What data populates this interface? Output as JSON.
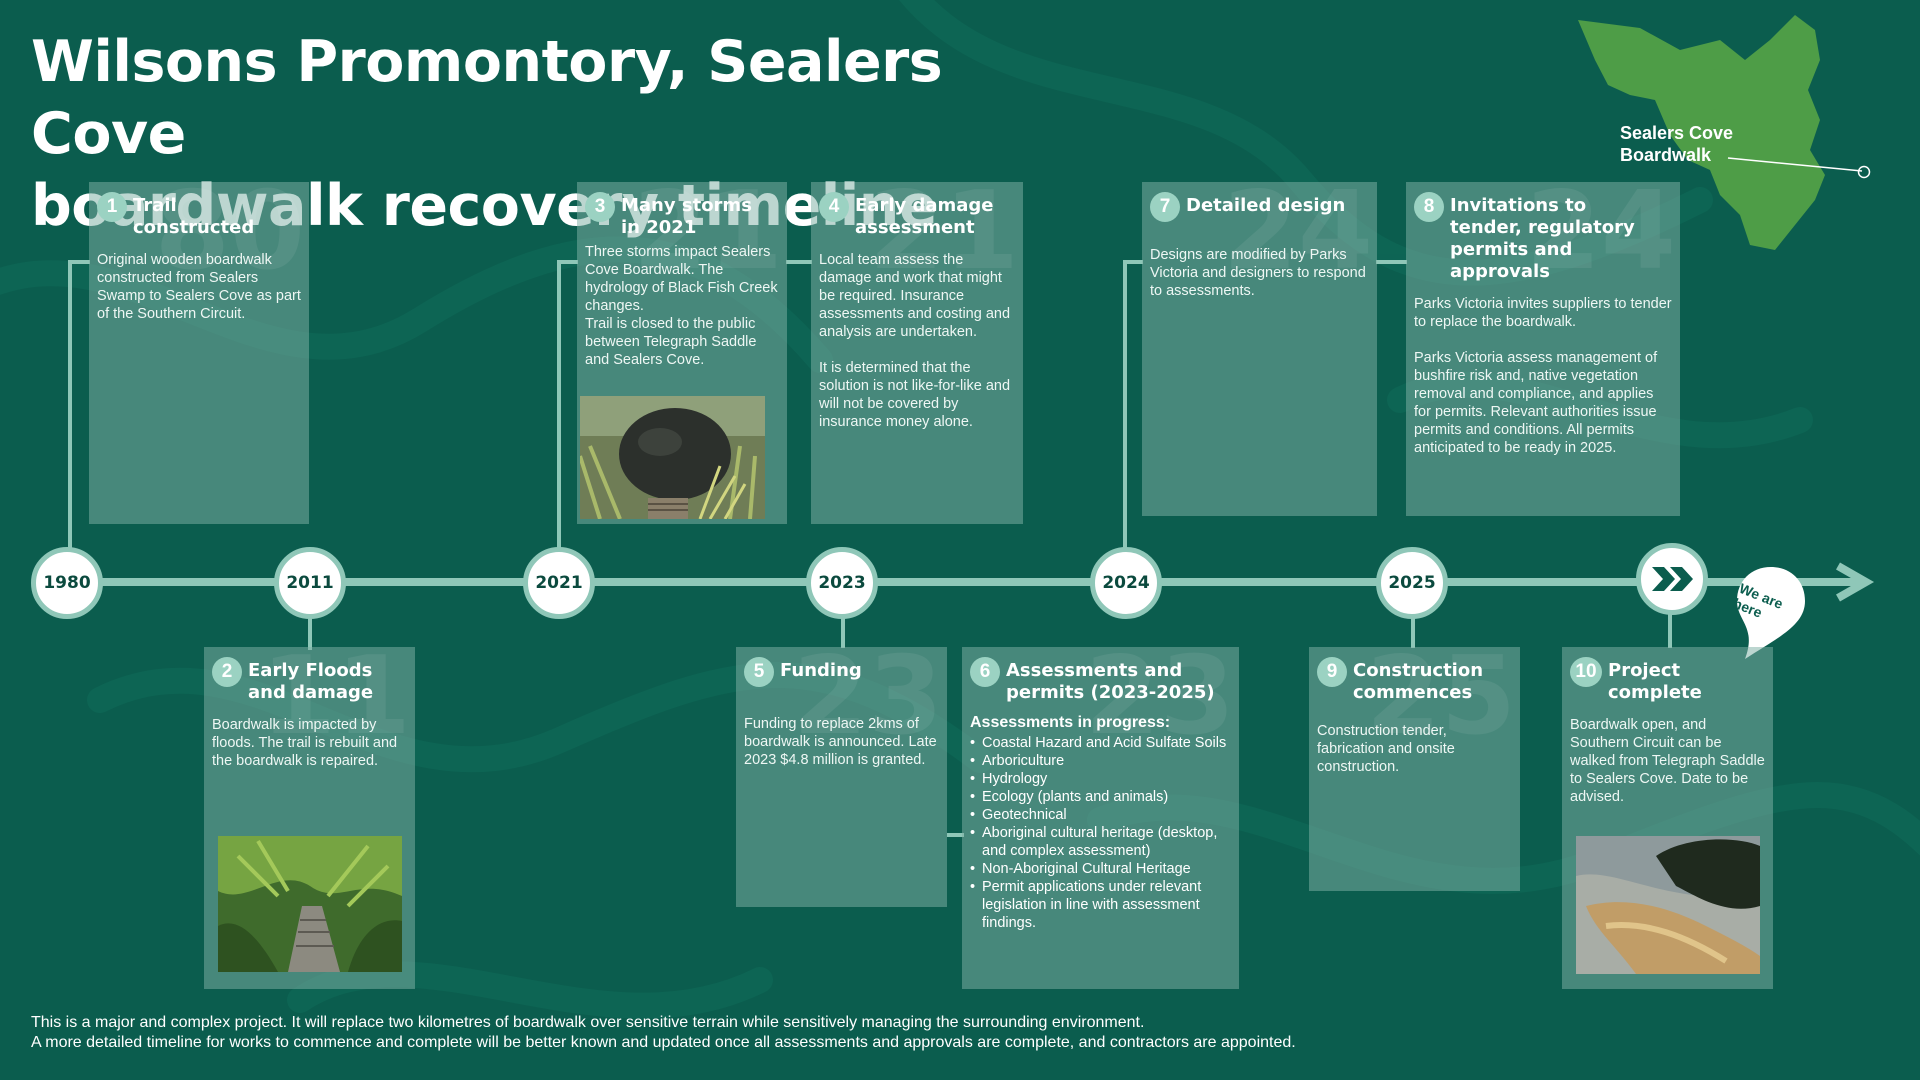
{
  "title": {
    "line1": "Wilsons Promontory, Sealers Cove",
    "line2": "boardwalk recovery timeline"
  },
  "map": {
    "label_line1": "Sealers Cove",
    "label_line2": "Boardwalk",
    "land_color": "#4e9d47"
  },
  "years": [
    "1980",
    "2011",
    "2021",
    "2023",
    "2024",
    "2025"
  ],
  "here": {
    "icon": "double-chevron-icon",
    "line1": "We are",
    "line2": "here"
  },
  "cards": {
    "c1": {
      "num": "1",
      "big_year": "80",
      "title_line1": "Trail",
      "title_line2": "constructed",
      "desc": "Original wooden boardwalk constructed from Sealers Swamp to Sealers Cove as part of the Southern Circuit."
    },
    "c2": {
      "num": "2",
      "big_year": "11",
      "title_line1": "Early Floods",
      "title_line2": "and damage",
      "desc": "Boardwalk is impacted by floods. The trail is rebuilt and the boardwalk is repaired."
    },
    "c3": {
      "num": "3",
      "big_year": "21",
      "title_line1": "Many storms",
      "title_line2": "in 2021",
      "desc1": "Three storms impact Sealers Cove Boardwalk. The hydrology of Black Fish Creek changes.",
      "desc2": "Trail is closed to the public between Telegraph Saddle and Sealers Cove."
    },
    "c4": {
      "num": "4",
      "big_year": "21",
      "title_line1": "Early damage",
      "title_line2": "assessment",
      "desc1": "Local team assess the damage and work that might be required. Insurance assessments and costing and analysis are undertaken.",
      "desc2": "It is determined that the solution is not like-for-like and will not be covered by insurance money alone."
    },
    "c5": {
      "num": "5",
      "big_year": "23",
      "title_line1": "Funding",
      "desc": "Funding to replace 2kms of boardwalk is announced. Late 2023 $4.8 million is granted."
    },
    "c6": {
      "num": "6",
      "big_year": "23",
      "title_line1": "Assessments and",
      "title_line2": "permits (2023-2025)",
      "sub_head": "Assessments in progress:",
      "bullets": [
        "Coastal Hazard and Acid Sulfate Soils",
        "Arboriculture",
        "Hydrology",
        "Ecology (plants and animals)",
        "Geotechnical",
        "Aboriginal cultural heritage (desktop, and complex assessment)",
        "Non-Aboriginal Cultural Heritage",
        "Permit applications under relevant legislation in line with assessment findings."
      ]
    },
    "c7": {
      "num": "7",
      "big_year": "24",
      "title_line1": "Detailed design",
      "desc": "Designs are modified by Parks Victoria and designers to respond to assessments."
    },
    "c8": {
      "num": "8",
      "big_year": "24",
      "title_line1": "Invitations to",
      "title_line2": "tender, regulatory",
      "title_line3": "permits and approvals",
      "desc1": "Parks Victoria invites suppliers to tender to replace the boardwalk.",
      "desc2": "Parks Victoria assess management of bushfire risk and, native vegetation removal and compliance, and applies for permits. Relevant authorities issue permits and conditions. All permits anticipated to be ready in 2025."
    },
    "c9": {
      "num": "9",
      "big_year": "25",
      "title_line1": "Construction",
      "title_line2": "commences",
      "desc": "Construction tender, fabrication and onsite construction."
    },
    "c10": {
      "num": "10",
      "big_year": "",
      "title_line1": "Project",
      "title_line2": "complete",
      "desc": "Boardwalk open, and Southern Circuit can be walked from Telegraph Saddle to Sealers Cove. Date to be advised."
    }
  },
  "footer": {
    "line1": "This is a major and complex project. It will replace two kilometres of boardwalk over sensitive terrain while sensitively managing the surrounding environment.",
    "line2": "A more detailed timeline for works to commence and complete will be better known and updated once all assessments and approvals are complete, and contractors are appointed."
  },
  "colors": {
    "background": "#0b5d4e",
    "card": "#5f9f90",
    "timeline": "#8fc7b8",
    "node_text": "#0b4a3e",
    "badge": "#9bd2c2"
  }
}
